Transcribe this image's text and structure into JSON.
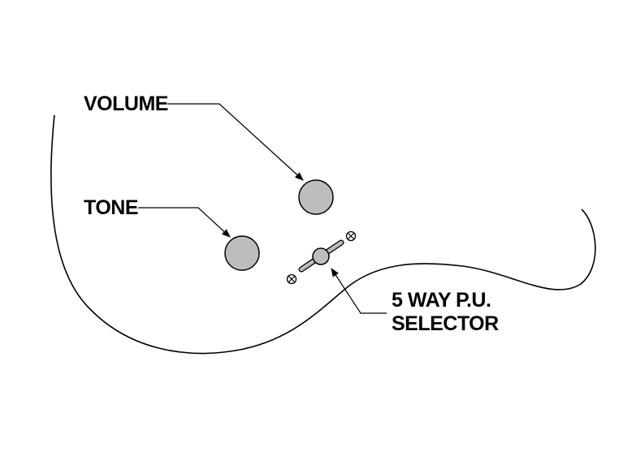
{
  "labels": {
    "volume": "VOLUME",
    "tone": "TONE",
    "selector_line1": "5 WAY P.U.",
    "selector_line2": "SELECTOR"
  },
  "colors": {
    "knob_fill": "#bdbdbd",
    "line": "#000000",
    "background": "#ffffff"
  }
}
